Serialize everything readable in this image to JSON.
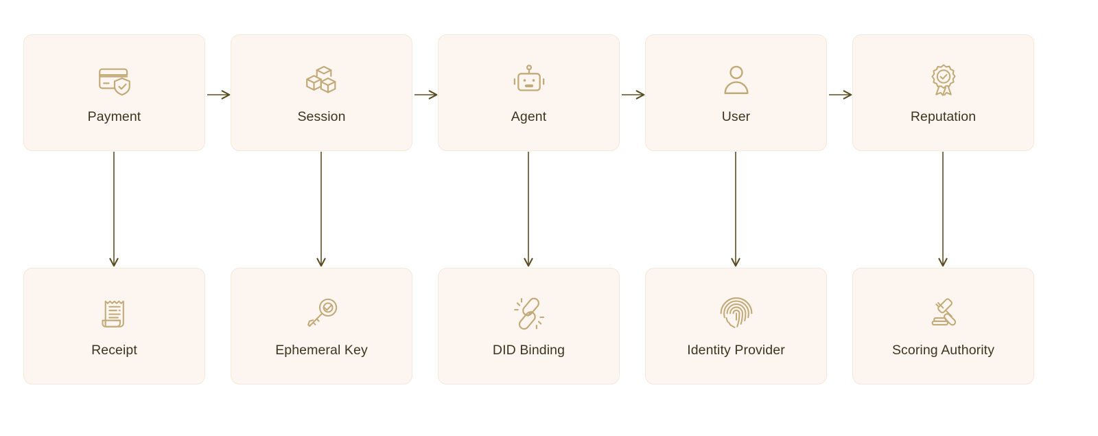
{
  "diagram": {
    "type": "flow-diagram",
    "title": "",
    "background_color": "#ffffff",
    "card_background_color": "#fdf5ef",
    "card_border_color": "#f6e8da",
    "icon_color": "#c2aa78",
    "label_color": "#3d3420",
    "connector_color": "#5a4b20",
    "columns": 5,
    "rows": 2
  },
  "top_row": [
    {
      "label": "Payment",
      "icon": "credit-card-shield-icon"
    },
    {
      "label": "Session",
      "icon": "boxes-3d-icon"
    },
    {
      "label": "Agent",
      "icon": "robot-head-icon"
    },
    {
      "label": "User",
      "icon": "user-person-icon"
    },
    {
      "label": "Reputation",
      "icon": "award-rosette-check-icon"
    }
  ],
  "bottom_row": [
    {
      "label": "Receipt",
      "icon": "receipt-icon"
    },
    {
      "label": "Ephemeral Key",
      "icon": "key-check-icon"
    },
    {
      "label": "DID Binding",
      "icon": "chain-link-sparkle-icon"
    },
    {
      "label": "Identity Provider",
      "icon": "fingerprint-icon"
    },
    {
      "label": "Scoring Authority",
      "icon": "gavel-icon"
    }
  ],
  "connections": {
    "horizontal": [
      {
        "from": "Payment",
        "to": "Session"
      },
      {
        "from": "Session",
        "to": "Agent"
      },
      {
        "from": "Agent",
        "to": "User"
      },
      {
        "from": "User",
        "to": "Reputation"
      }
    ],
    "vertical": [
      {
        "from": "Payment",
        "to": "Receipt"
      },
      {
        "from": "Session",
        "to": "Ephemeral Key"
      },
      {
        "from": "Agent",
        "to": "DID Binding"
      },
      {
        "from": "User",
        "to": "Identity Provider"
      },
      {
        "from": "Reputation",
        "to": "Scoring Authority"
      }
    ]
  }
}
